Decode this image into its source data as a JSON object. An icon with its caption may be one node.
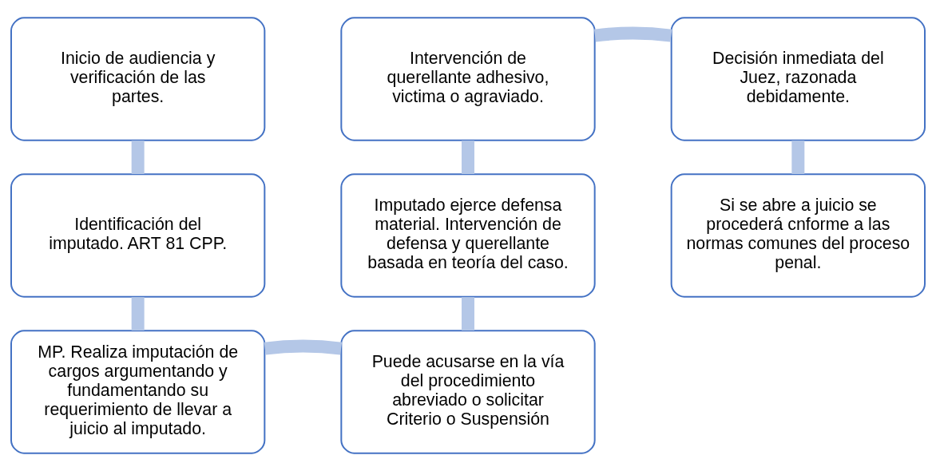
{
  "diagram": {
    "nodes": [
      {
        "text": [
          "Inicio de audiencia y verificación de las partes."
        ]
      },
      {
        "text": [
          "Identificación del imputado. ART 81 CPP."
        ]
      },
      {
        "text": [
          "MP. Realiza imputación de cargos argumentando y fundamentando su requerimiento de llevar a juicio al imputado."
        ]
      },
      {
        "text": [
          "Puede acusarse en la vía del procedimiento abreviado o solicitar Criterio o Suspensión"
        ]
      },
      {
        "text": [
          "Imputado ejerce defensa material. Intervención de defensa y querellante basada en teoría del caso."
        ]
      },
      {
        "text": [
          "Intervención de querellante adhesivo, victima o agraviado."
        ]
      },
      {
        "text": [
          "Decisión inmediata del Juez, razonada debidamente."
        ]
      },
      {
        "text": [
          "Si se abre a juicio se procederá cnforme a las normas comunes del proceso penal."
        ]
      }
    ],
    "edges": [
      {
        "from": 0,
        "to": 1,
        "arrow": "none"
      },
      {
        "from": 1,
        "to": 2,
        "arrow": "none"
      },
      {
        "from": 2,
        "to": 3,
        "arrow": "none"
      },
      {
        "from": 3,
        "to": 4,
        "arrow": "none"
      },
      {
        "from": 4,
        "to": 5,
        "arrow": "none"
      },
      {
        "from": 5,
        "to": 6,
        "arrow": "none"
      },
      {
        "from": 6,
        "to": 7,
        "arrow": "none"
      }
    ]
  }
}
